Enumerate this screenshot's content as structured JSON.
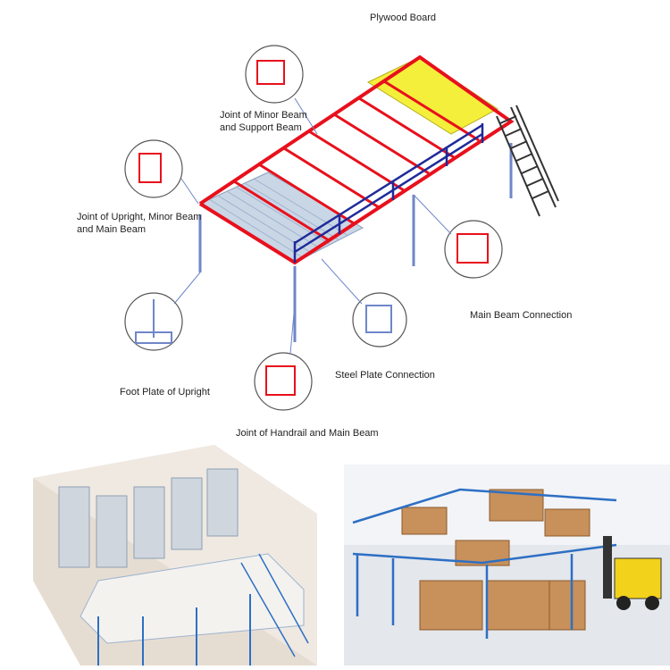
{
  "labels": {
    "plywood_board": "Plywood Board",
    "minor_beam_joint": [
      "Joint of Minor Beam",
      "and Support Beam"
    ],
    "upright_joint": [
      "Joint of Upright, Minor Beam",
      "and Main Beam"
    ],
    "main_beam_connection": "Main Beam Connection",
    "foot_plate": "Foot Plate of Upright",
    "steel_plate_connection": "Steel Plate Connection",
    "handrail_joint": "Joint of Handrail and Main Beam"
  },
  "colors": {
    "frame_red": "#e8101c",
    "plywood_yellow": "#f4ef3a",
    "steel_blue": "#2d6fc4",
    "handrail_navy": "#1f2a9a",
    "stair_dark": "#333333",
    "decking_grey": "#c9d6e6",
    "cardboard": "#c8905a",
    "forklift_yellow": "#f2d21a"
  }
}
